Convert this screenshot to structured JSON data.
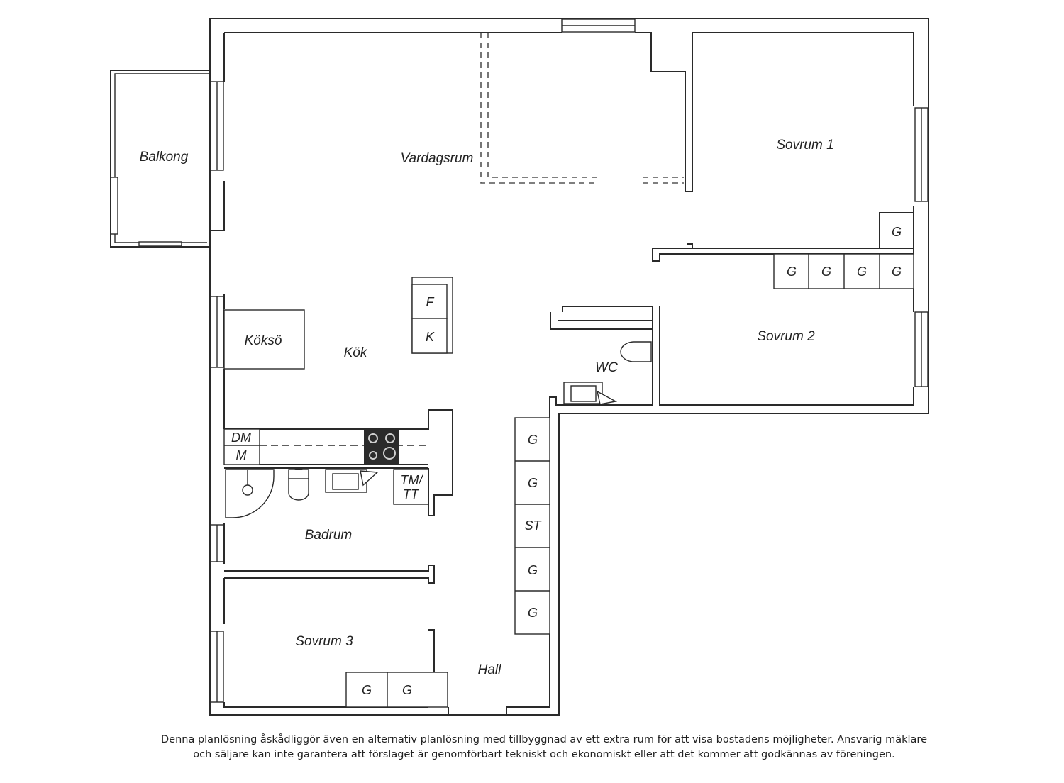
{
  "rooms": {
    "balkong": "Balkong",
    "vardagsrum": "Vardagsrum",
    "sovrum1": "Sovrum 1",
    "sovrum2": "Sovrum 2",
    "sovrum3": "Sovrum 3",
    "kok": "Kök",
    "koksoe": "Köksö",
    "wc": "WC",
    "badrum": "Badrum",
    "hall": "Hall"
  },
  "fixtures": {
    "fridge": "F",
    "freezer": "K",
    "dishwasher": "DM",
    "microwave": "M",
    "washer_dryer_line1": "TM/",
    "washer_dryer_line2": "TT",
    "storage": "ST",
    "wardrobe": "G"
  },
  "disclaimer": {
    "line1": "Denna planlösning åskådliggör även en alternativ planlösning med tillbyggnad av ett extra rum för att visa bostadens möjligheter. Ansvarig mäklare",
    "line2": "och säljare kan inte garantera att förslaget är genomförbart tekniskt och ekonomiskt eller att det kommer att godkännas av föreningen."
  }
}
